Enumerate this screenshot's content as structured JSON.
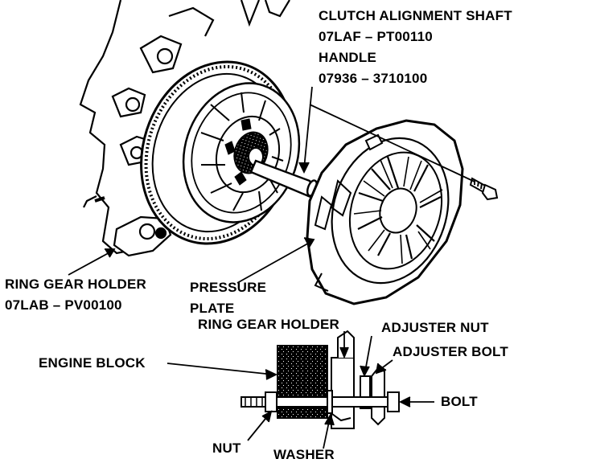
{
  "labels": {
    "clutch_alignment_shaft": "CLUTCH ALIGNMENT SHAFT",
    "clutch_alignment_shaft_part": "07LAF – PT00110",
    "handle": "HANDLE",
    "handle_part": "07936 – 3710100",
    "ring_gear_holder_top": "RING GEAR HOLDER",
    "ring_gear_holder_top_part": "07LAB – PV00100",
    "pressure_plate_line1": "PRESSURE",
    "pressure_plate_line2": "PLATE",
    "ring_gear_holder_detail": "RING GEAR HOLDER",
    "adjuster_nut": "ADJUSTER NUT",
    "adjuster_bolt": "ADJUSTER BOLT",
    "engine_block": "ENGINE BLOCK",
    "bolt": "BOLT",
    "nut": "NUT",
    "washer": "WASHER"
  },
  "colors": {
    "ink": "#000000",
    "paper": "#ffffff"
  }
}
